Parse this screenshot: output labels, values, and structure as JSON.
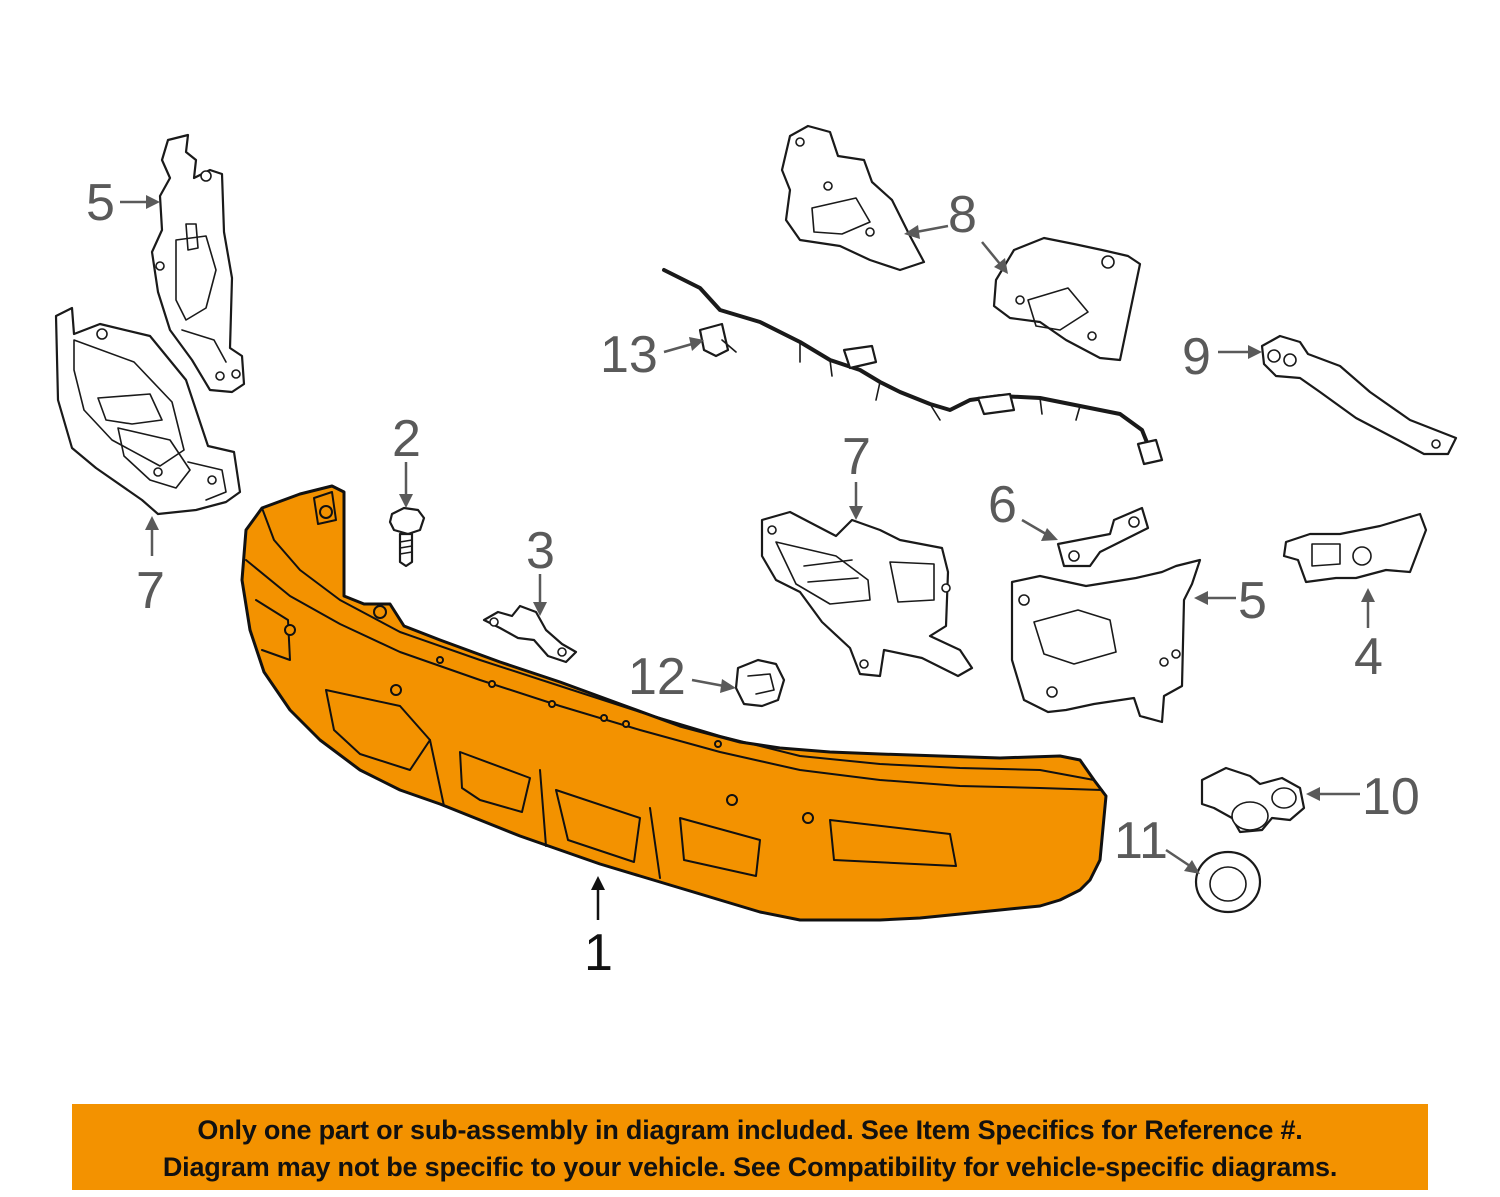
{
  "callouts": {
    "c1": "1",
    "c2": "2",
    "c3": "3",
    "c4": "4",
    "c5_left": "5",
    "c5_right": "5",
    "c6": "6",
    "c7_left": "7",
    "c7_center": "7",
    "c8": "8",
    "c9": "9",
    "c10": "10",
    "c11": "11",
    "c12": "12",
    "c13": "13"
  },
  "disclaimer": {
    "line1": "Only one part or sub-assembly in diagram included. See Item Specifics for Reference #.",
    "line2": "Diagram may not be specific to your vehicle. See Compatibility for vehicle-specific diagrams."
  },
  "colors": {
    "highlight": "#f39200",
    "line": "#1a1a1a",
    "callout_gray": "#5a5a5a"
  }
}
